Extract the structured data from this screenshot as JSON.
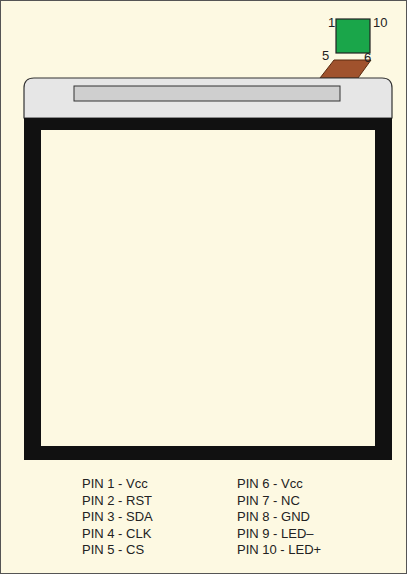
{
  "diagram": {
    "labels": [
      "1",
      "10",
      "5",
      "6",
      "PIN 1 - Vcc",
      "PIN 2 - RST",
      "PIN 3 - SDA",
      "PIN 4 - CLK",
      "PIN 5 - CS",
      "PIN 6 - Vcc",
      "PIN 7 - NC",
      "PIN 8 - GND",
      "PIN 9 - LED–",
      "PIN 10 - LED+"
    ]
  }
}
